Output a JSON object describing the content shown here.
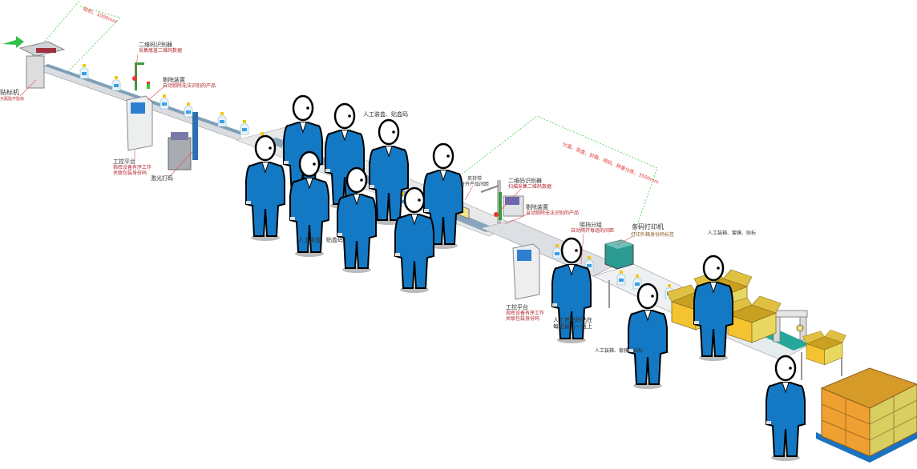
{
  "title": "Production line packaging and coding layout",
  "labels": {
    "labeler": "贴标机",
    "labeler_note": "光瓶贴不贴标",
    "dim_top": "贴标、1000mm",
    "qr_reader_1": "二维码识别器",
    "qr_reader_1_note": "采集瓶盖二维码数据",
    "reject_1": "剔除装置",
    "reject_1_note": "自动剔除无法识别的产品",
    "ipc_1": "工控平台",
    "ipc_1_note1": "指挥设备有序工作",
    "ipc_1_note2": "关联包装身份码",
    "laser": "激光打码",
    "manual_box_top": "人工装盒、贴盒码",
    "manual_box_bottom": "人工装盒、贴盒码",
    "clamp": "夹持带",
    "clamp_note": "分开产品间距",
    "qr_reader_2": "二维码识别器",
    "qr_reader_2_note": "扫描采集二维码数据",
    "reject_2": "剔除装置",
    "reject_2_note": "自动剔除无法识别的产品",
    "grouping": "阻挡分组",
    "grouping_note": "自动隔开每组的间距",
    "printer": "条码打印机",
    "printer_note": "打印外箱身份码标签",
    "dim_right": "分盒、装盒、封箱、喷码、称重分拣，3500mm",
    "manual_case_right": "人工装箱、套膜、贴标",
    "manual_case_bottom": "人工装箱、套膜、贴标",
    "ipc_2": "工控平台",
    "ipc_2_note1": "指挥设备有序工作",
    "ipc_2_note2": "关联包装身份码",
    "manual_label1": "人工把箱码贴在",
    "manual_label2": "每组最后一瓶上"
  },
  "colors": {
    "worker": "#1479c4",
    "box": "#f2c230",
    "pallet_box": "#f0a030",
    "pallet": "#1a73c0",
    "accent_red": "#b3262e",
    "guide": "#44cc44"
  }
}
